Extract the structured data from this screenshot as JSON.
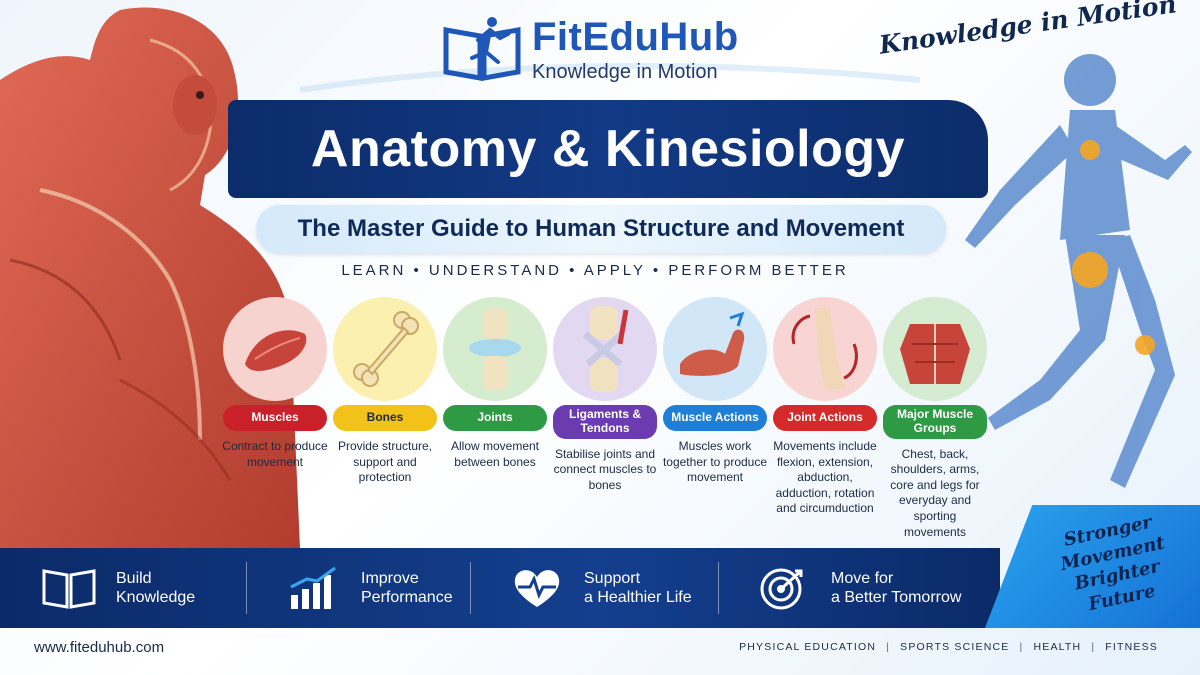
{
  "brand": {
    "name_part1": "Fit",
    "name_part2": "EduHub",
    "tagline": "Knowledge in Motion",
    "corner_tagline": "Knowledge in Motion",
    "logo_icon": "book-runner-icon"
  },
  "title": "Anatomy & Kinesiology",
  "subtitle": "The Master Guide to Human Structure and Movement",
  "tagline": "LEARN  •  UNDERSTAND  •  APPLY  •  PERFORM BETTER",
  "topics": [
    {
      "label": "Muscles",
      "description": "Contract to produce movement",
      "color": "#c9202a",
      "bg": "#f7d3cf",
      "icon": "muscle-fiber-icon"
    },
    {
      "label": "Bones",
      "description": "Provide structure, support and protection",
      "color": "#f2c21a",
      "bg": "#fbf0b0",
      "icon": "bone-icon"
    },
    {
      "label": "Joints",
      "description": "Allow movement between bones",
      "color": "#2e9a44",
      "bg": "#d5eccf",
      "icon": "knee-joint-icon"
    },
    {
      "label": "Ligaments & Tendons",
      "description": "Stabilise joints and connect muscles to bones",
      "color": "#6a3cb0",
      "bg": "#e3d8f2",
      "icon": "ligament-icon"
    },
    {
      "label": "Muscle Actions",
      "description": "Muscles work together to produce movement",
      "color": "#1f7fd6",
      "bg": "#d1e7f8",
      "icon": "flexed-arm-icon"
    },
    {
      "label": "Joint Actions",
      "description": "Movements include flexion, extension, abduction, adduction, rotation and circumduction",
      "color": "#d42a2a",
      "bg": "#f8d5d2",
      "icon": "knee-rotation-icon"
    },
    {
      "label": "Major Muscle Groups",
      "description": "Chest, back, shoulders, arms, core and legs for everyday and sporting movements",
      "color": "#2e9a44",
      "bg": "#d6ecd2",
      "icon": "torso-muscles-icon"
    }
  ],
  "benefits": [
    {
      "text": "Build\nKnowledge",
      "icon": "open-book-icon"
    },
    {
      "text": "Improve\nPerformance",
      "icon": "bar-chart-icon"
    },
    {
      "text": "Support\na Healthier Life",
      "icon": "heart-pulse-icon"
    },
    {
      "text": "Move for\na Better Tomorrow",
      "icon": "target-icon"
    }
  ],
  "motto": "Stronger\nMovement\nBrighter Future",
  "footer": {
    "url": "www.fiteduhub.com",
    "categories": [
      "PHYSICAL EDUCATION",
      "SPORTS SCIENCE",
      "HEALTH",
      "FITNESS"
    ]
  },
  "colors": {
    "navy": "#0c2c6a",
    "brand_blue": "#1f57b8",
    "sky": "#2aa3ee"
  }
}
